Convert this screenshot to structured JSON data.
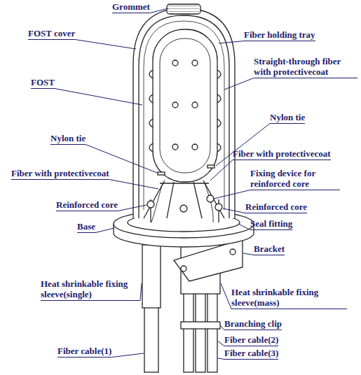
{
  "diagram": {
    "labels": [
      "Grommet",
      "FOST cover",
      "Fiber holding tray",
      "Straight-through fiber with protectivecoat",
      "FOST",
      "Nylon tie",
      "Nylon tie",
      "Fiber with protectivecoat",
      "Fiber with protectivecoat",
      "Fixing device for reinforced core",
      "Reinforced core",
      "Reinforced core",
      "Base",
      "Seal fitting",
      "Bracket",
      "Heat shrinkable fixing sleeve(single)",
      "Heat shrinkable fixing sleeve(mass)",
      "Branching clip",
      "Fiber cable(1)",
      "Fiber cable(2)",
      "Fiber cable(3)"
    ]
  }
}
